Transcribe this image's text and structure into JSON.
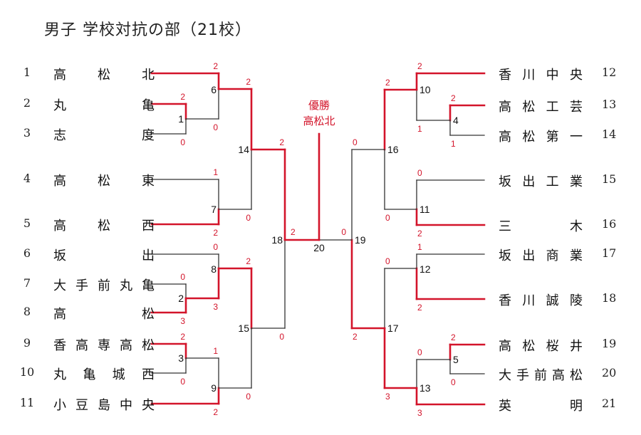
{
  "title": "男子 学校対抗の部（21校）",
  "champion": {
    "label": "優勝",
    "name": "高松北"
  },
  "colors": {
    "winner": "#d3142a",
    "loser": "#333333"
  },
  "left_teams": [
    {
      "no": "1",
      "name": "高松北"
    },
    {
      "no": "2",
      "name": "丸亀"
    },
    {
      "no": "3",
      "name": "志度"
    },
    {
      "no": "4",
      "name": "高松東"
    },
    {
      "no": "5",
      "name": "高松西"
    },
    {
      "no": "6",
      "name": "坂出"
    },
    {
      "no": "7",
      "name": "大手前丸亀"
    },
    {
      "no": "8",
      "name": "高松"
    },
    {
      "no": "9",
      "name": "香高専高松"
    },
    {
      "no": "10",
      "name": "丸亀城西"
    },
    {
      "no": "11",
      "name": "小豆島中央"
    }
  ],
  "right_teams": [
    {
      "no": "12",
      "name": "香川中央"
    },
    {
      "no": "13",
      "name": "高松工芸"
    },
    {
      "no": "14",
      "name": "高松第一"
    },
    {
      "no": "15",
      "name": "坂出工業"
    },
    {
      "no": "16",
      "name": "三木"
    },
    {
      "no": "17",
      "name": "坂出商業"
    },
    {
      "no": "18",
      "name": "香川誠陵"
    },
    {
      "no": "19",
      "name": "高松桜井"
    },
    {
      "no": "20",
      "name": "大手前高松"
    },
    {
      "no": "21",
      "name": "英明"
    }
  ],
  "matches": [
    {
      "no": "1",
      "top": {
        "score": "2",
        "win": true
      },
      "bottom": {
        "score": "0",
        "win": false
      }
    },
    {
      "no": "2",
      "top": {
        "score": "0",
        "win": false
      },
      "bottom": {
        "score": "3",
        "win": true
      }
    },
    {
      "no": "3",
      "top": {
        "score": "2",
        "win": true
      },
      "bottom": {
        "score": "0",
        "win": false
      }
    },
    {
      "no": "4",
      "top": {
        "score": "2",
        "win": true
      },
      "bottom": {
        "score": "1",
        "win": false
      }
    },
    {
      "no": "5",
      "top": {
        "score": "2",
        "win": true
      },
      "bottom": {
        "score": "0",
        "win": false
      }
    },
    {
      "no": "6",
      "top": {
        "score": "2",
        "win": true
      },
      "bottom": {
        "score": "0",
        "win": false
      }
    },
    {
      "no": "7",
      "top": {
        "score": "1",
        "win": false
      },
      "bottom": {
        "score": "2",
        "win": true
      }
    },
    {
      "no": "8",
      "top": {
        "score": "0",
        "win": false
      },
      "bottom": {
        "score": "3",
        "win": true
      }
    },
    {
      "no": "9",
      "top": {
        "score": "1",
        "win": false
      },
      "bottom": {
        "score": "2",
        "win": true
      }
    },
    {
      "no": "10",
      "top": {
        "score": "2",
        "win": true
      },
      "bottom": {
        "score": "1",
        "win": false
      }
    },
    {
      "no": "11",
      "top": {
        "score": "0",
        "win": false
      },
      "bottom": {
        "score": "2",
        "win": true
      }
    },
    {
      "no": "12",
      "top": {
        "score": "1",
        "win": false
      },
      "bottom": {
        "score": "2",
        "win": true
      }
    },
    {
      "no": "13",
      "top": {
        "score": "0",
        "win": false
      },
      "bottom": {
        "score": "3",
        "win": true
      }
    },
    {
      "no": "14",
      "top": {
        "score": "2",
        "win": true
      },
      "bottom": {
        "score": "0",
        "win": false
      }
    },
    {
      "no": "15",
      "top": {
        "score": "2",
        "win": true
      },
      "bottom": {
        "score": "0",
        "win": false
      }
    },
    {
      "no": "16",
      "top": {
        "score": "2",
        "win": true
      },
      "bottom": {
        "score": "0",
        "win": false
      }
    },
    {
      "no": "17",
      "top": {
        "score": "0",
        "win": false
      },
      "bottom": {
        "score": "3",
        "win": true
      }
    },
    {
      "no": "18",
      "top": {
        "score": "2",
        "win": true
      },
      "bottom": {
        "score": "0",
        "win": false
      }
    },
    {
      "no": "19",
      "top": {
        "score": "0",
        "win": false
      },
      "bottom": {
        "score": "2",
        "win": true
      }
    },
    {
      "no": "20",
      "left": {
        "score": "2",
        "win": true
      },
      "right": {
        "score": "0",
        "win": false
      }
    }
  ]
}
